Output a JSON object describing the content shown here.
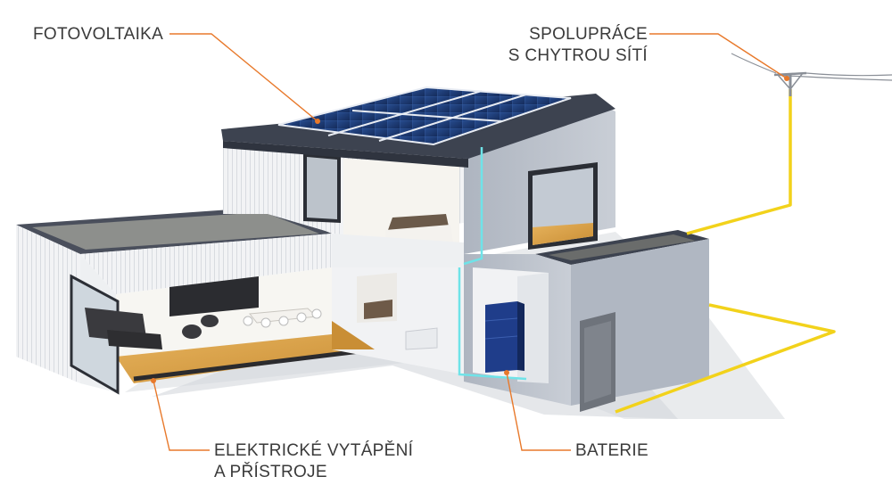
{
  "labels": {
    "pv": "FOTOVOLTAIKA",
    "grid": {
      "line1": "SPOLUPRÁCE",
      "line2": "S CHYTROU SÍTÍ"
    },
    "heating": {
      "line1": "ELEKTRICKÉ VYTÁPĚNÍ",
      "line2": "A PŘÍSTROJE"
    },
    "battery": "BATERIE"
  },
  "colors": {
    "leader_line": "#e8792b",
    "cable": "#f2d21b",
    "wall_white": "#f3f4f6",
    "wall_grey": "#b8bfc9",
    "roof_dark": "#3d4350",
    "solar_panel": "#1d3d78",
    "floor_wood": "#d9a14a",
    "battery_blue": "#1f3d8a",
    "accent_cyan": "#6fe3e8"
  },
  "icons": {
    "pole": "power-pole-icon",
    "battery": "battery-icon",
    "solar": "solar-panel-icon"
  }
}
